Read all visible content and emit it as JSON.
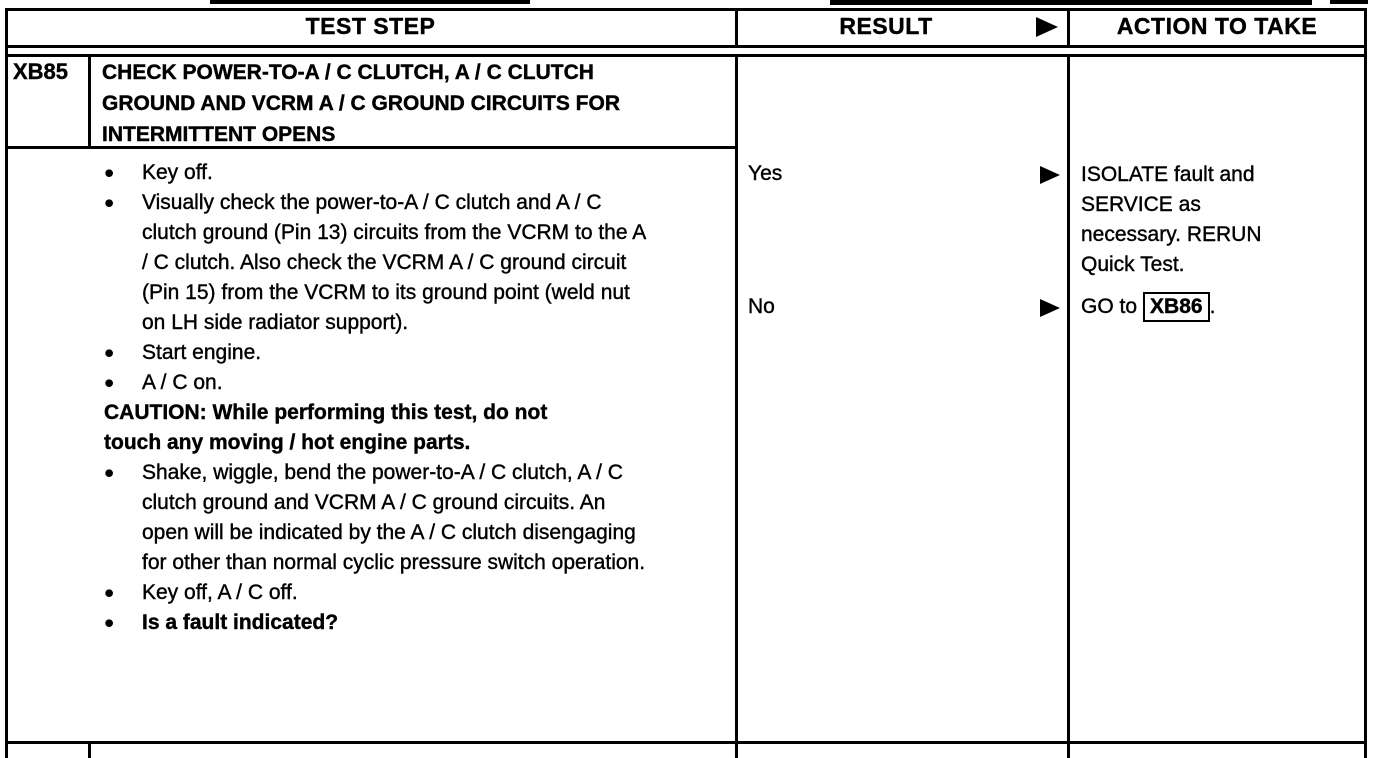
{
  "document": {
    "kind": "pinpoint-test-table",
    "colors": {
      "ink": "#000000",
      "paper": "#ffffff"
    }
  },
  "icons": {
    "bullet": "●",
    "result_arrow": "▶"
  },
  "header": {
    "test_step": "TEST STEP",
    "result": "RESULT",
    "action": "ACTION TO TAKE"
  },
  "step": {
    "id": "XB85",
    "title": "CHECK POWER-TO-A / C CLUTCH, A / C CLUTCH GROUND AND VCRM A / C GROUND CIRCUITS FOR INTERMITTENT OPENS",
    "procedure": [
      {
        "type": "bullet",
        "text": "Key off."
      },
      {
        "type": "bullet",
        "text": "Visually check the power-to-A / C clutch and A / C clutch ground (Pin 13) circuits from the VCRM to the A / C clutch. Also check the VCRM A / C ground circuit (Pin 15) from the VCRM to its ground point (weld nut on LH side radiator support)."
      },
      {
        "type": "bullet",
        "text": "Start engine."
      },
      {
        "type": "bullet",
        "text": "A / C on."
      },
      {
        "type": "caution",
        "text": "CAUTION: While performing this test, do not touch any moving / hot engine parts."
      },
      {
        "type": "bullet",
        "text": "Shake, wiggle, bend the power-to-A / C clutch, A / C clutch ground and VCRM A / C ground circuits. An open will be indicated by the A / C clutch disengaging for other than normal cyclic pressure switch operation."
      },
      {
        "type": "bullet",
        "text": "Key off, A / C off."
      },
      {
        "type": "bullet-bold",
        "text": "Is a fault indicated?"
      }
    ],
    "results": [
      {
        "answer": "Yes",
        "action": "ISOLATE fault and SERVICE as necessary. RERUN Quick Test."
      },
      {
        "answer": "No",
        "action_prefix": "GO to",
        "action_ref": "XB86",
        "action_suffix": "."
      }
    ]
  }
}
